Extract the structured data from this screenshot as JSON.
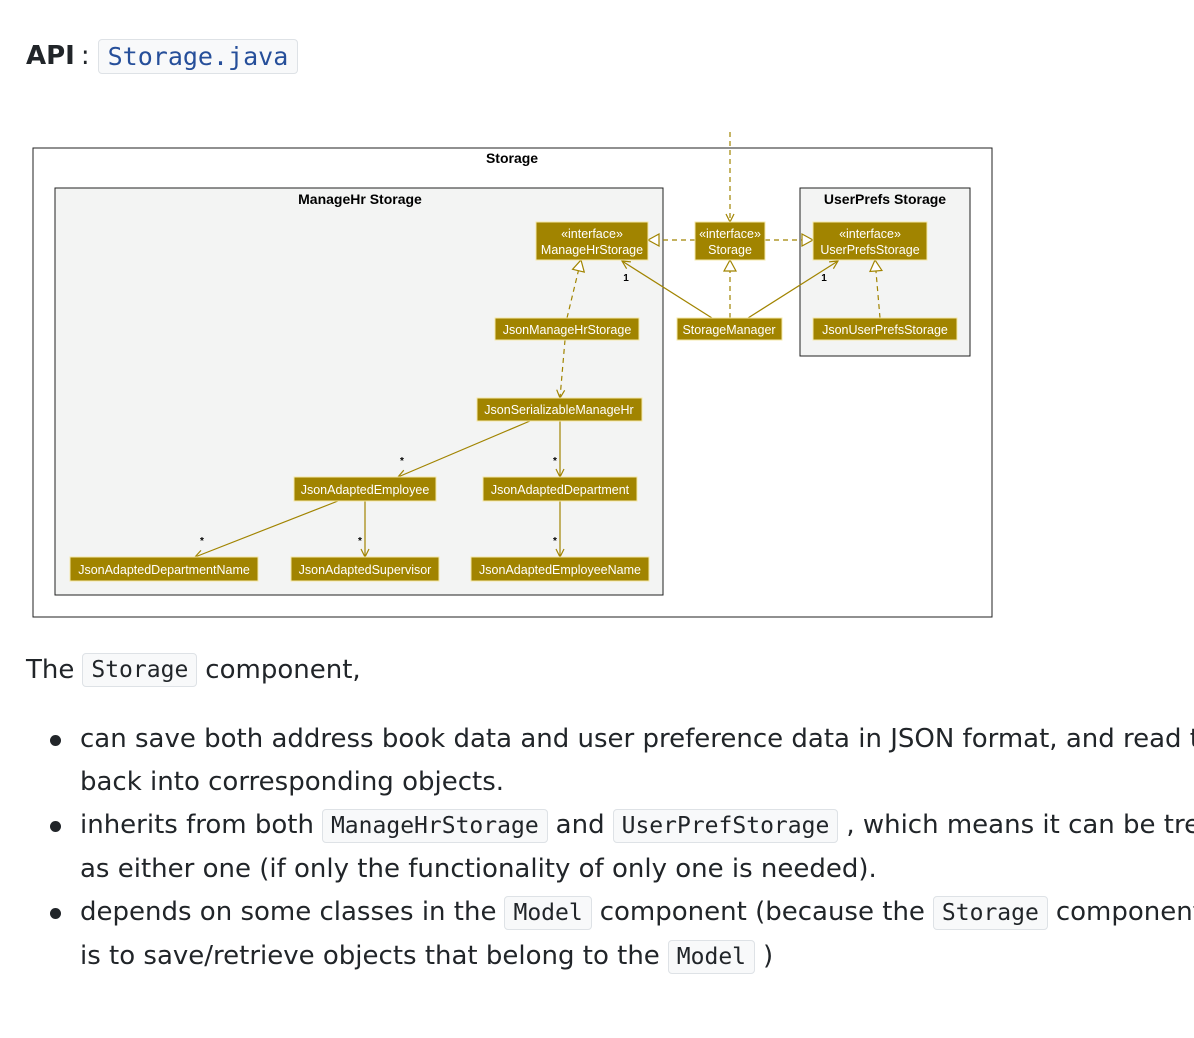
{
  "api": {
    "label": "API",
    "colon": ":",
    "link_text": "Storage.java"
  },
  "diagram": {
    "outer_title": "Storage",
    "packages": {
      "managehr": "ManageHr Storage",
      "userprefs": "UserPrefs Storage"
    },
    "classes": {
      "managehr_storage": {
        "stereotype": "«interface»",
        "name": "ManageHrStorage"
      },
      "storage": {
        "stereotype": "«interface»",
        "name": "Storage"
      },
      "userprefs_storage": {
        "stereotype": "«interface»",
        "name": "UserPrefsStorage"
      },
      "json_managehr_storage": "JsonManageHrStorage",
      "storage_manager": "StorageManager",
      "json_userprefs_storage": "JsonUserPrefsStorage",
      "json_serializable_managehr": "JsonSerializableManageHr",
      "json_adapted_employee": "JsonAdaptedEmployee",
      "json_adapted_department": "JsonAdaptedDepartment",
      "json_adapted_department_name": "JsonAdaptedDepartmentName",
      "json_adapted_supervisor": "JsonAdaptedSupervisor",
      "json_adapted_employee_name": "JsonAdaptedEmployeeName"
    },
    "multiplicities": {
      "one": "1",
      "many": "*"
    }
  },
  "intro": {
    "prefix": "The",
    "code": "Storage",
    "suffix": "component,"
  },
  "bullets": {
    "b1": {
      "line1": "can save both address book data and user preference data in JSON format, and read them",
      "line2": "back into corresponding objects."
    },
    "b2": {
      "pre": "inherits from both",
      "code1": "ManageHrStorage",
      "mid": "and",
      "code2": "UserPrefStorage",
      "post": ", which means it can be treated",
      "line2": "as either one (if only the functionality of only one is needed)."
    },
    "b3": {
      "pre": "depends on some classes in the",
      "code1": "Model",
      "mid": "component (because the",
      "code2": "Storage",
      "post": "component's job",
      "line2_pre": "is to save/retrieve objects that belong to the",
      "code3": "Model",
      "line2_post": ")"
    }
  }
}
